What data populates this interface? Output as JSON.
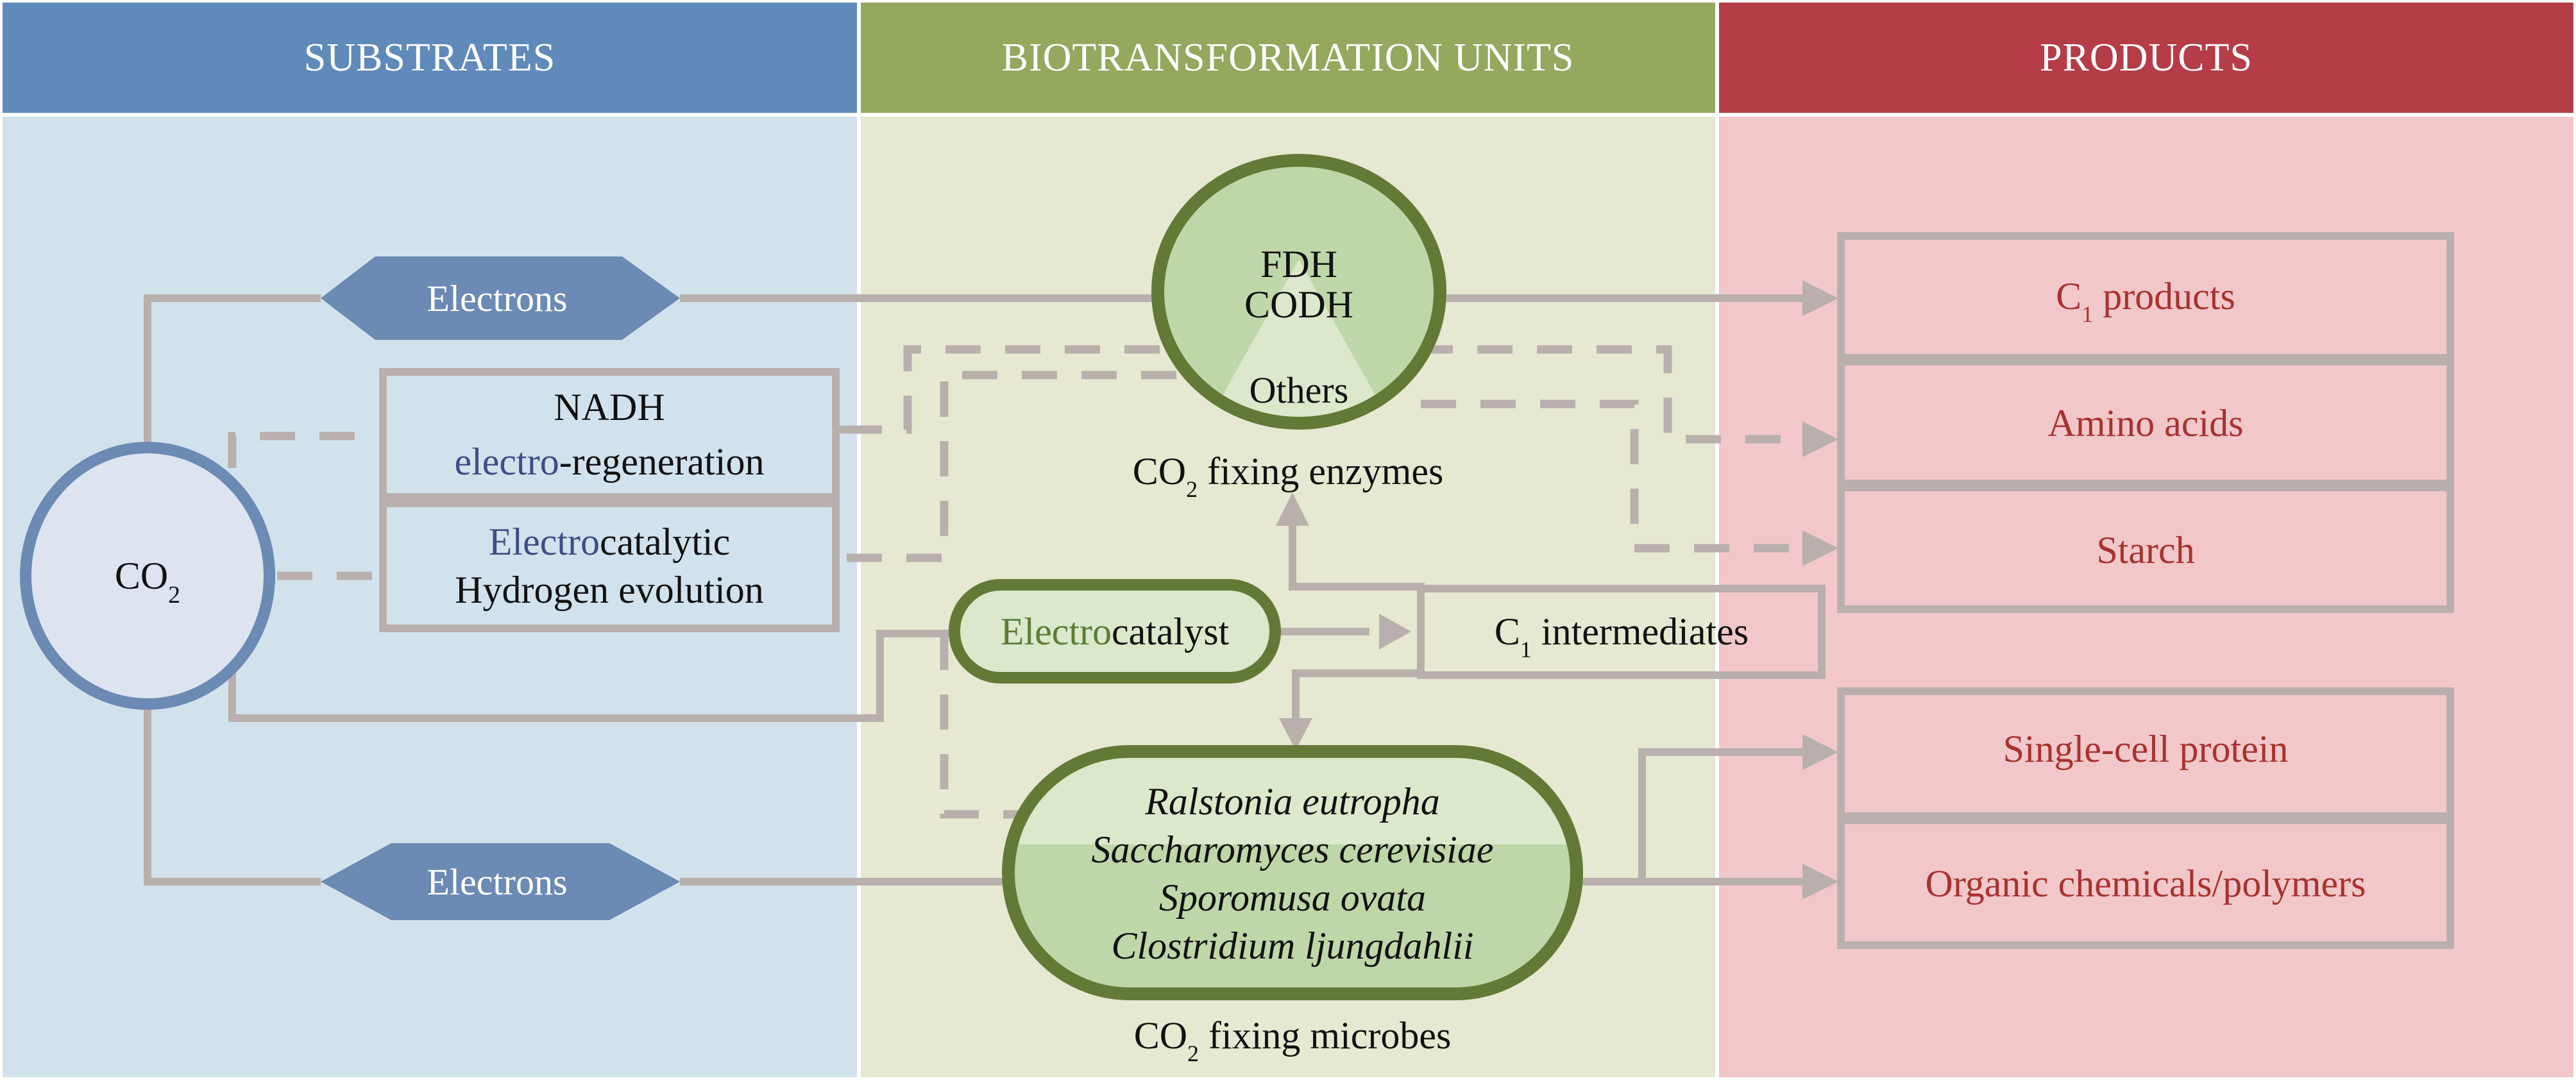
{
  "colors": {
    "substrates_header": "#5f8aba",
    "substrates_bg": "#d2e2ec",
    "biotrans_header": "#94a85e",
    "biotrans_bg": "#e6e8d2",
    "products_header": "#b43d47",
    "products_bg": "#f2c7ca",
    "connector": "#b9b0ad",
    "electron_fill": "#6b8ab4",
    "co2_ring": "#6b8ab4",
    "co2_fill": "#dde4ef",
    "green_ring": "#637a36",
    "green_fill": "#bfd6a9",
    "green_light": "#dbe8cc",
    "electro_blue": "#3e4d86",
    "electro_green": "#5a7d34",
    "product_text": "#a8322f"
  },
  "columns": {
    "substrates": {
      "header": "SUBSTRATES"
    },
    "biotransformation": {
      "header": "BIOTRANSFORMATION UNITS"
    },
    "products": {
      "header": "PRODUCTS"
    }
  },
  "substrates": {
    "co2": {
      "base": "CO",
      "sub": "2"
    },
    "electrons_top": "Electrons",
    "electrons_bottom": "Electrons",
    "nadh_box": {
      "line1": "NADH",
      "line2_colored": "electro",
      "line2_rest": "-regeneration"
    },
    "hydrogen_box": {
      "line1_colored": "Electro",
      "line1_rest": "catalytic",
      "line2": "Hydrogen evolution"
    }
  },
  "biotransformation": {
    "enzymes": {
      "line1": "FDH",
      "line2": "CODH",
      "others": "Others",
      "caption_base": "CO",
      "caption_sub": "2",
      "caption_rest": " fixing enzymes"
    },
    "electrocatalyst": {
      "colored": "Electro",
      "rest": "catalyst"
    },
    "c1_intermediates": {
      "base": "C",
      "sub": "1",
      "rest": " intermediates"
    },
    "microbes": {
      "species": [
        "Ralstonia eutropha",
        "Saccharomyces cerevisiae",
        "Sporomusa ovata",
        "Clostridium ljungdahlii"
      ],
      "caption_base": "CO",
      "caption_sub": "2",
      "caption_rest": " fixing microbes"
    }
  },
  "products": {
    "upper_group": [
      {
        "base": "C",
        "sub": "1",
        "rest": " products"
      },
      {
        "base": "Amino acids",
        "sub": "",
        "rest": ""
      },
      {
        "base": "Starch",
        "sub": "",
        "rest": ""
      }
    ],
    "lower_group": [
      {
        "base": "Single-cell protein",
        "sub": "",
        "rest": ""
      },
      {
        "base": "Organic chemicals/polymers",
        "sub": "",
        "rest": ""
      }
    ]
  }
}
